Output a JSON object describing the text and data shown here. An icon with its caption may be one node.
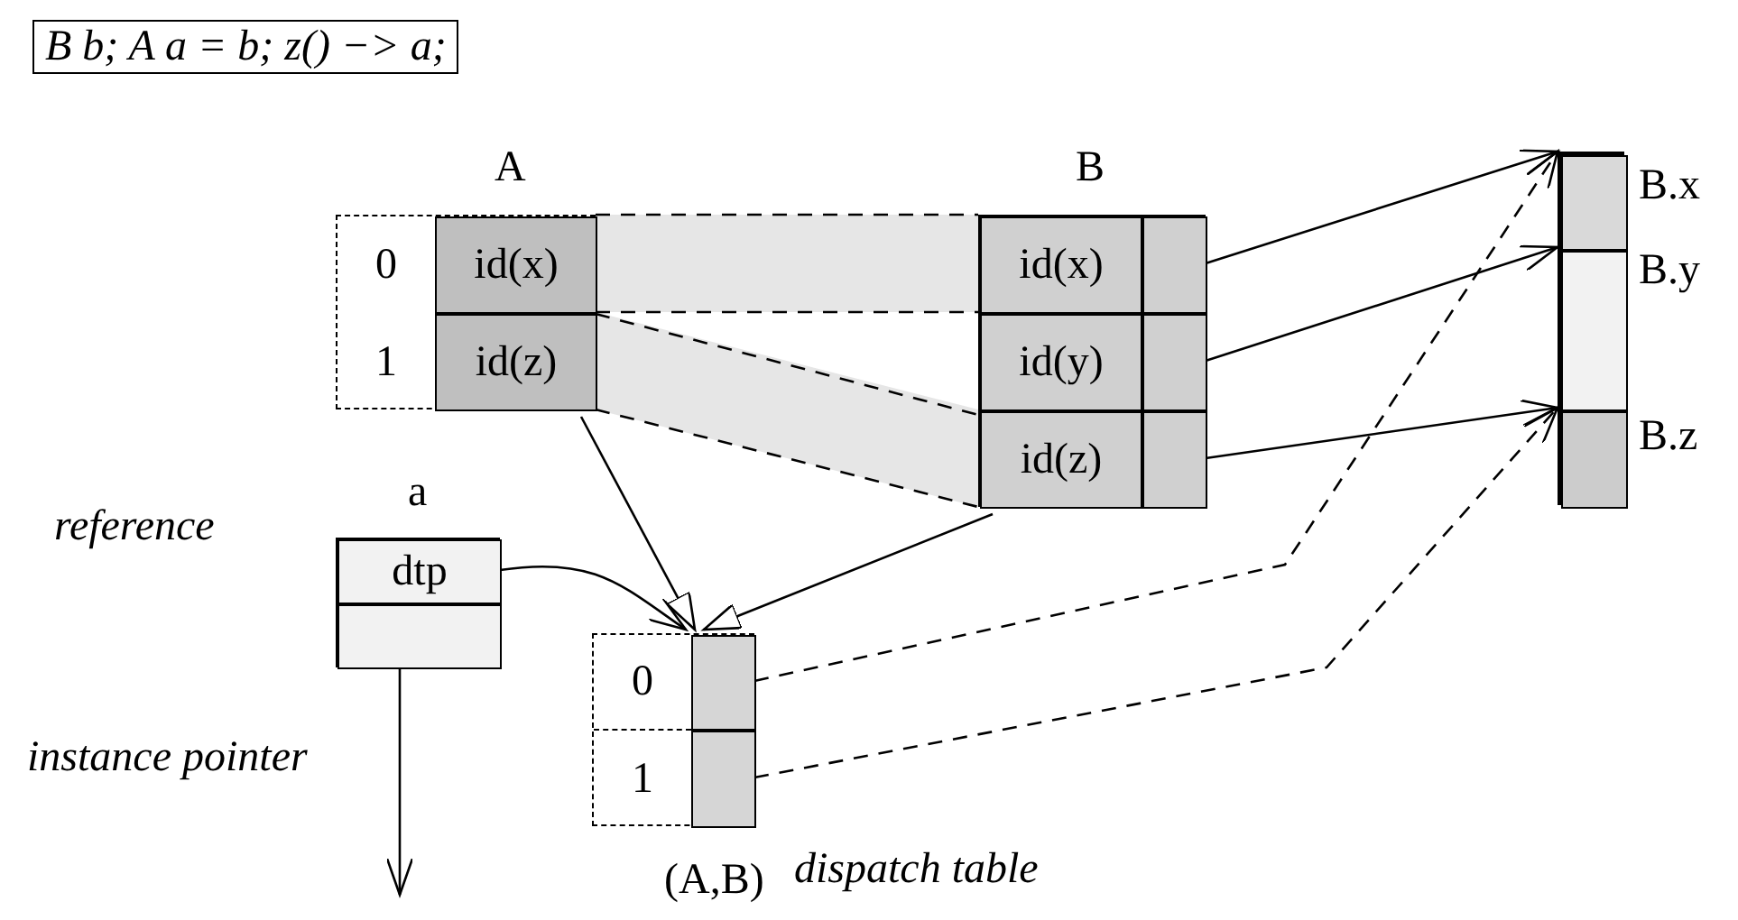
{
  "diagram": {
    "title": "B b; A a = b; z() −> a;",
    "nodes": [
      {
        "text": [
          "A"
        ]
      },
      {
        "text": [
          "0"
        ],
        "in": 0
      },
      {
        "text": [
          "id(x)"
        ],
        "in": 0
      },
      {
        "text": [
          "1"
        ],
        "in": 0
      },
      {
        "text": [
          "id(z)"
        ],
        "in": 0
      },
      {
        "text": [
          "B"
        ]
      },
      {
        "text": [
          "id(x)"
        ],
        "in": 5
      },
      {
        "text": [],
        "shape": "box",
        "in": 5
      },
      {
        "text": [
          "id(y)"
        ],
        "in": 5
      },
      {
        "text": [],
        "shape": "box",
        "in": 5
      },
      {
        "text": [
          "id(z)"
        ],
        "in": 5
      },
      {
        "text": [],
        "shape": "box",
        "in": 5
      },
      {
        "text": [],
        "shape": "bar"
      },
      {
        "text": [],
        "shape": "box",
        "in": 12,
        "beside": [
          "B.x"
        ]
      },
      {
        "text": [],
        "shape": "box",
        "in": 12,
        "beside": [
          "B.y"
        ]
      },
      {
        "text": [],
        "shape": "box",
        "in": 12,
        "beside": [
          "B.z"
        ]
      },
      {
        "text": [
          "a"
        ],
        "beside": [
          "reference"
        ]
      },
      {
        "text": [
          "dtp"
        ],
        "in": 16
      },
      {
        "text": [],
        "shape": "box",
        "in": 16
      },
      {
        "text": [
          "(A,B)"
        ],
        "beside": [
          "dispatch table"
        ]
      },
      {
        "text": [
          "0"
        ],
        "in": 19
      },
      {
        "text": [],
        "shape": "box",
        "in": 19
      },
      {
        "text": [
          "1"
        ],
        "in": 19
      },
      {
        "text": [],
        "shape": "box",
        "in": 19
      }
    ],
    "edges": [
      {
        "from": 2,
        "to": 6,
        "arrow": "none",
        "style": "dashed"
      },
      {
        "from": 4,
        "to": 10,
        "arrow": "none",
        "style": "dashed"
      },
      {
        "from": 7,
        "to": 13,
        "arrow": "to"
      },
      {
        "from": 9,
        "to": 14,
        "arrow": "to"
      },
      {
        "from": 11,
        "to": 15,
        "arrow": "to"
      },
      {
        "from": 21,
        "to": 13,
        "arrow": "to",
        "style": "dashed"
      },
      {
        "from": 23,
        "to": 15,
        "arrow": "to",
        "style": "dashed"
      },
      {
        "from": 0,
        "to": 19,
        "arrow": "to"
      },
      {
        "from": 5,
        "to": 19,
        "arrow": "to"
      },
      {
        "from": 17,
        "to": 19,
        "arrow": "to"
      },
      {
        "from": 18,
        "to": null,
        "arrow": "to",
        "label": "instance pointer"
      }
    ]
  }
}
